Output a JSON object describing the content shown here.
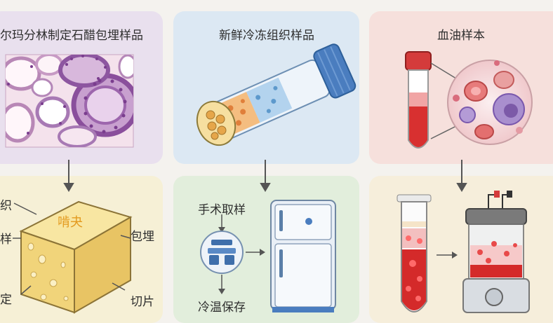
{
  "panels": {
    "formalin": {
      "title": "尔玛分林制定石醋包埋样品"
    },
    "frozen": {
      "title": "新鲜冷冻组织样品"
    },
    "blood": {
      "title": "血油样本"
    }
  },
  "paraffin": {
    "block_label": "啃夬",
    "left_labels": [
      "织",
      "样",
      "定"
    ],
    "right_labels": [
      "包埋",
      "切片"
    ]
  },
  "freezer": {
    "step_top": "手术取样",
    "step_bottom": "冷温保存"
  },
  "colors": {
    "tissue_purple": "#a574b6",
    "tissue_pink": "#e8c4d6",
    "tube_blue": "#4a7dbf",
    "blood_red": "#d42a2a",
    "paraffin_yellow": "#f3dc8a",
    "arrow_gray": "#555555"
  }
}
